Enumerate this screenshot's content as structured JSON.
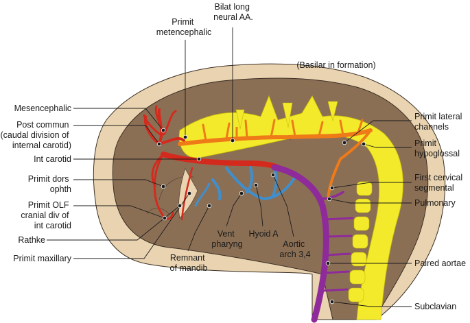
{
  "colors": {
    "outer_tissue": "#e9d3b0",
    "brain_tissue": "#8b6f55",
    "brain_dark": "#6e5640",
    "neural_tube": "#f2ea2a",
    "carotid_red": "#d42a1e",
    "lateral_orange": "#ef7a18",
    "aortic_blue": "#3f8fce",
    "aorta_purple": "#8e2a9a",
    "leader": "#1a1a1a"
  },
  "labels": {
    "bilat_long_neural": [
      "Bilat long",
      "neural AA."
    ],
    "primit_metencephalic": [
      "Primit",
      "metencephalic"
    ],
    "basilar": [
      "(Basilar in formation)"
    ],
    "mesencephalic": [
      "Mesencephalic"
    ],
    "post_commun": [
      "Post commun",
      "(caudal division of",
      "internal carotid)"
    ],
    "int_carotid": [
      "Int carotid"
    ],
    "primit_dors_ophth": [
      "Primit dors",
      "ophth"
    ],
    "primit_olf": [
      "Primit OLF",
      "cranial div of",
      "int carotid"
    ],
    "rathke": [
      "Rathke"
    ],
    "primit_maxillary": [
      "Primit maxillary"
    ],
    "remnant_mandib": [
      "Remnant",
      "of mandib"
    ],
    "vent_pharyng": [
      "Vent",
      "pharyng"
    ],
    "hyoid_a": [
      "Hyoid A"
    ],
    "aortic_arch": [
      "Aortic",
      "arch 3,4"
    ],
    "primit_lateral_channels": [
      "Primit lateral",
      "channels"
    ],
    "primit_hypoglossal": [
      "Primit",
      "hypoglossal"
    ],
    "first_cervical": [
      "First cervical",
      "segmental"
    ],
    "pulmonary": [
      "Pulmonary"
    ],
    "paired_aortae": [
      "Paired aortae"
    ],
    "subclavian": [
      "Subclavian"
    ]
  }
}
